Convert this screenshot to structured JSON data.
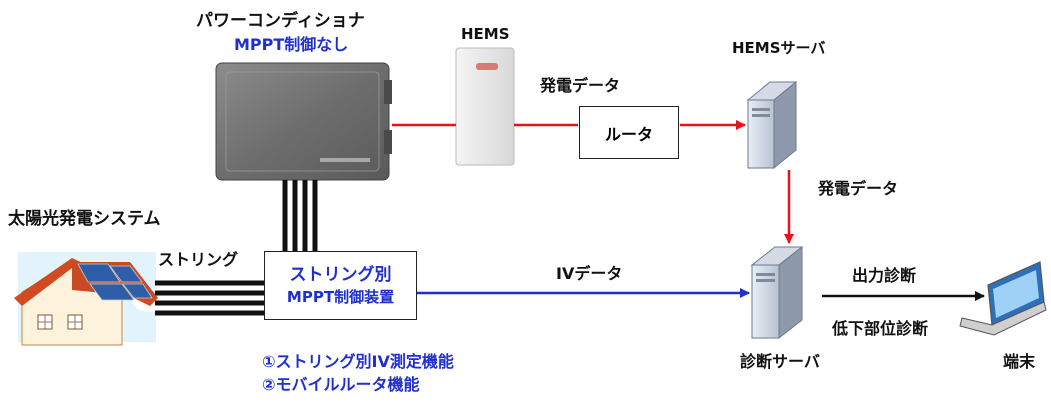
{
  "labels": {
    "power_conditioner": "パワーコンディショナ",
    "power_conditioner_sub": "MPPT制御なし",
    "hems": "HEMS",
    "hems_server": "HEMSサーバ",
    "gen_data_top": "発電データ",
    "router": "ルータ",
    "gen_data_side": "発電データ",
    "solar_system": "太陽光発電システム",
    "string": "ストリング",
    "mppt_device_line1": "ストリング別",
    "mppt_device_line2": "MPPT制御装置",
    "iv_data": "IVデータ",
    "output_diagnosis": "出力診断",
    "degradation_diagnosis": "低下部位診断",
    "diagnosis_server": "診断サーバ",
    "terminal": "端末",
    "feature_1": "①ストリング別IV測定機能",
    "feature_2": "②モバイルルータ機能"
  },
  "colors": {
    "red_line": "#e8121b",
    "blue_line": "#1f2fd0",
    "black_line": "#111111"
  }
}
